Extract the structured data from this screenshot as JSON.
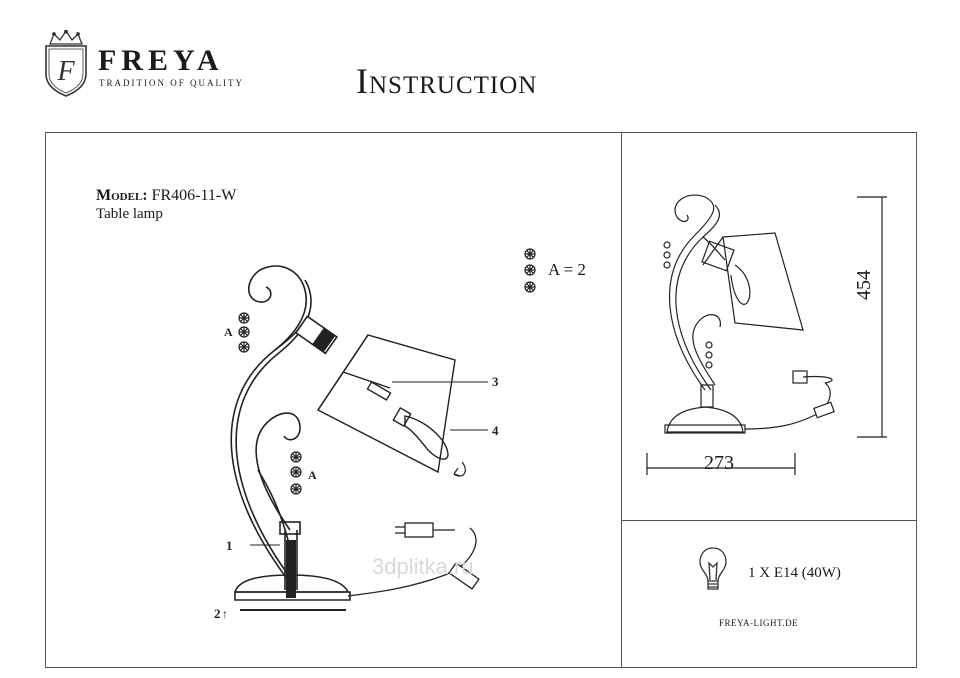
{
  "brand": {
    "name": "FREYA",
    "tagline": "TRADITION OF QUALITY",
    "emblem_letter": "F",
    "emblem_icon": "crown-shield-icon"
  },
  "title": "Instruction",
  "model": {
    "label": "Model:",
    "value": "FR406-11-W",
    "type": "Table lamp"
  },
  "callouts": {
    "part_1": "1",
    "part_2": "2",
    "part_3": "3",
    "part_4": "4",
    "crystal_a_top": "A",
    "crystal_a_bottom": "A"
  },
  "parts_legend": {
    "quantity": "A = 2"
  },
  "dimensions": {
    "height": "454",
    "width": "273"
  },
  "lamp_spec": {
    "bulb": "1 X E14 (40W)",
    "bulb_icon": "light-bulb-icon"
  },
  "website": "FREYA-LIGHT.DE",
  "watermark": "3dplitka.ru"
}
